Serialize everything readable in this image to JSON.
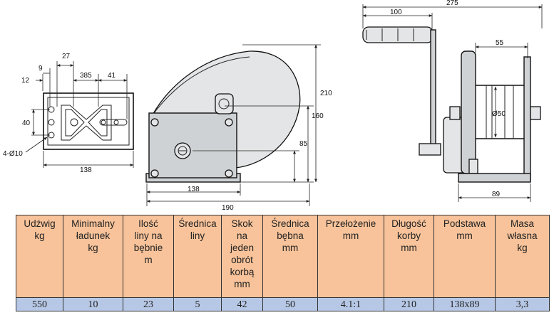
{
  "drawing": {
    "dims_left": {
      "d12": "12",
      "d9": "9",
      "d27": "27",
      "d385": "385",
      "d41": "41",
      "d40": "40",
      "holes": "4-Ø10",
      "d138": "138"
    },
    "dims_middle": {
      "d210": "210",
      "d160": "160",
      "d85": "85",
      "d190": "190",
      "d138": "138"
    },
    "dims_right": {
      "d275": "275",
      "d100": "100",
      "d55": "55",
      "dia50": "Ø50",
      "d89": "89"
    }
  },
  "table": {
    "headers": [
      "Udźwig\nkg",
      "Minimalny\nładunek\nkg",
      "Ilość\nliny na\nbębnie\nm",
      "Średnica\nliny",
      "Skok\nna\njeden\nobrót\nkorbą\nmm",
      "Średnica\nbębna\nmm",
      "Przełożenie\nmm",
      "Długość\nkorby\nmm",
      "Podstawa\nmm",
      "Masa\nwłasna\nkg"
    ],
    "values": [
      "550",
      "10",
      "23",
      "5",
      "42",
      "50",
      "4.1:1",
      "210",
      "138x89",
      "3,3"
    ],
    "colors": {
      "header_bg": "#f8c39a",
      "value_bg": "#b7c8e6",
      "border": "#333333"
    }
  }
}
